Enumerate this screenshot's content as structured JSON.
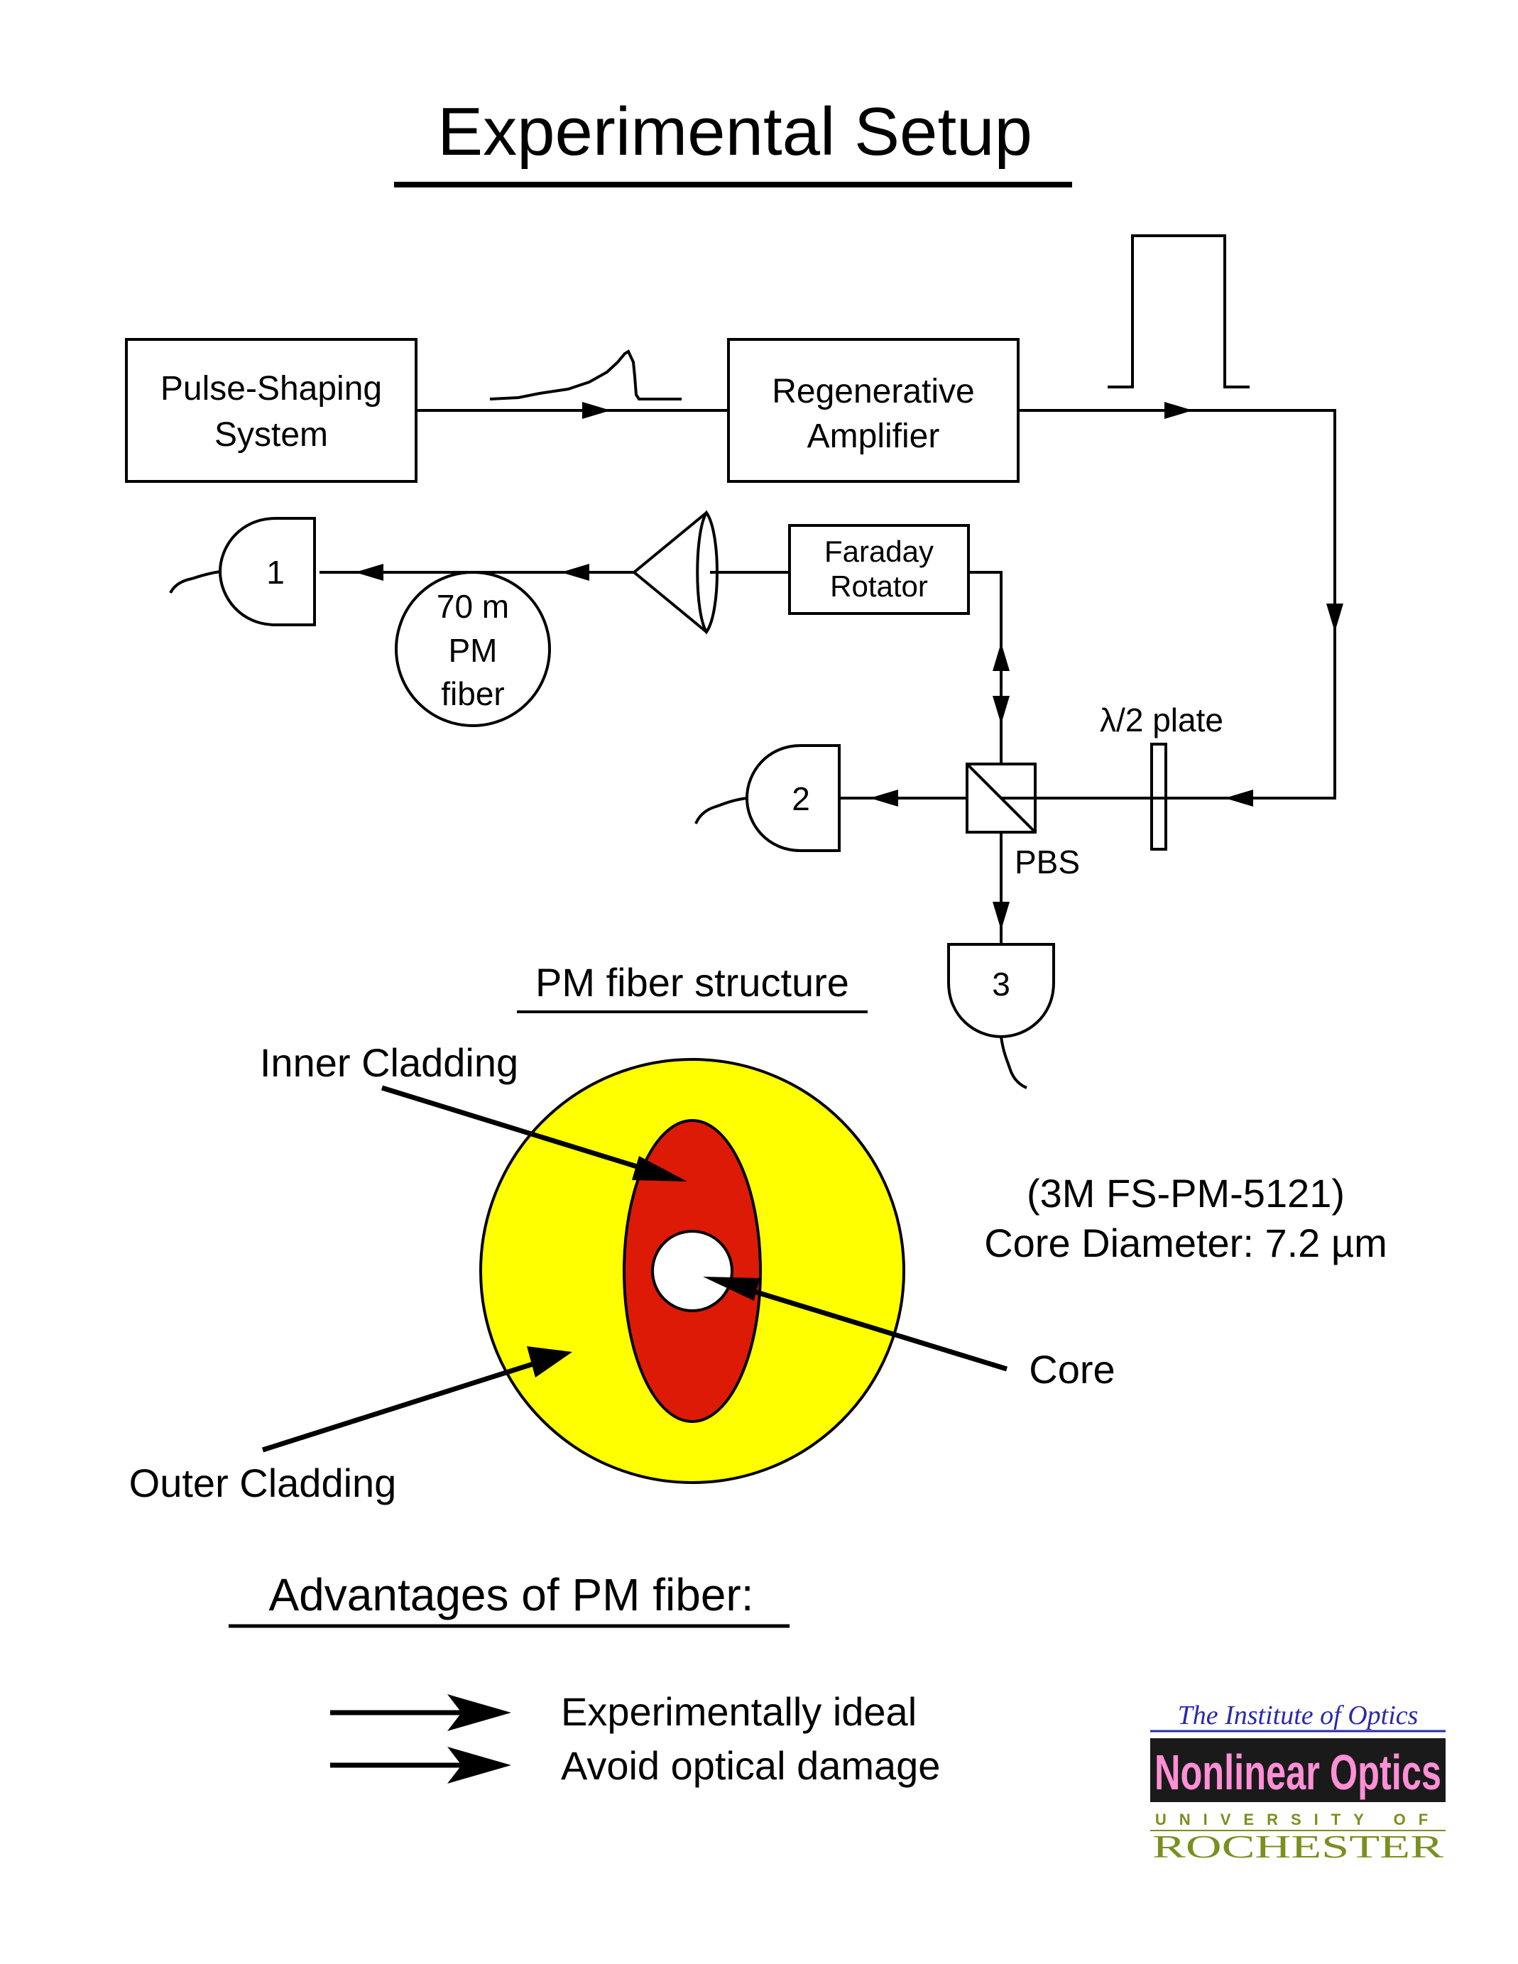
{
  "title": "Experimental Setup",
  "setup": {
    "pulse_shaping_line1": "Pulse-Shaping",
    "pulse_shaping_line2": "System",
    "regen_line1": "Regenerative",
    "regen_line2": "Amplifier",
    "faraday_line1": "Faraday",
    "faraday_line2": "Rotator",
    "fiber_line1": "70 m",
    "fiber_line2": "PM",
    "fiber_line3": "fiber",
    "waveplate": "λ/2 plate",
    "pbs": "PBS",
    "detectors": [
      "1",
      "2",
      "3"
    ]
  },
  "fiber_structure": {
    "heading": "PM fiber structure",
    "inner_cladding": "Inner Cladding",
    "outer_cladding": "Outer Cladding",
    "core": "Core",
    "model": "(3M FS-PM-5121)",
    "core_diameter": "Core Diameter:  7.2 µm",
    "colors": {
      "outer": "#ffff00",
      "inner": "#dd1a06",
      "core": "#ffffff"
    }
  },
  "advantages": {
    "heading": "Advantages of PM fiber:",
    "items": [
      "Experimentally ideal",
      "Avoid optical damage"
    ]
  },
  "logo": {
    "top": "The Institute of Optics",
    "middle": "Nonlinear Optics",
    "university": "UNIVERSITY OF",
    "bottom": "ROCHESTER"
  }
}
